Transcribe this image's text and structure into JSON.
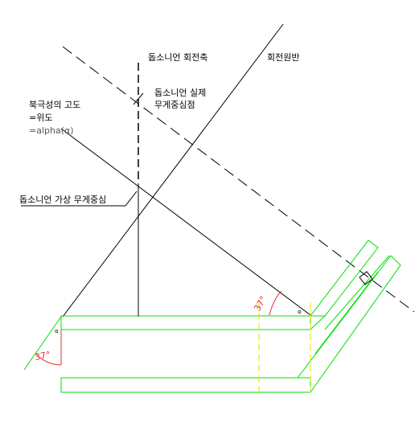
{
  "labels": {
    "rotation_axis": "돕소니언 회전축",
    "rotation_disc": "회전원반",
    "actual_cog_line1": "돕소니언 실제",
    "actual_cog_line2": "무게중심점",
    "polaris_altitude": "북극성의 고도",
    "latitude": "=위도",
    "alpha": "=alpha(α)",
    "virtual_cog": "돕소니언 가상 무게중심",
    "angle_37_upper": "37°",
    "angle_37_lower": "37°",
    "alpha_mark_upper": "α",
    "alpha_mark_lower": "α"
  },
  "colors": {
    "outline": "#00e000",
    "dashed_guide": "#e8e800",
    "angle_arc": "#e03030",
    "ink": "#000000"
  }
}
